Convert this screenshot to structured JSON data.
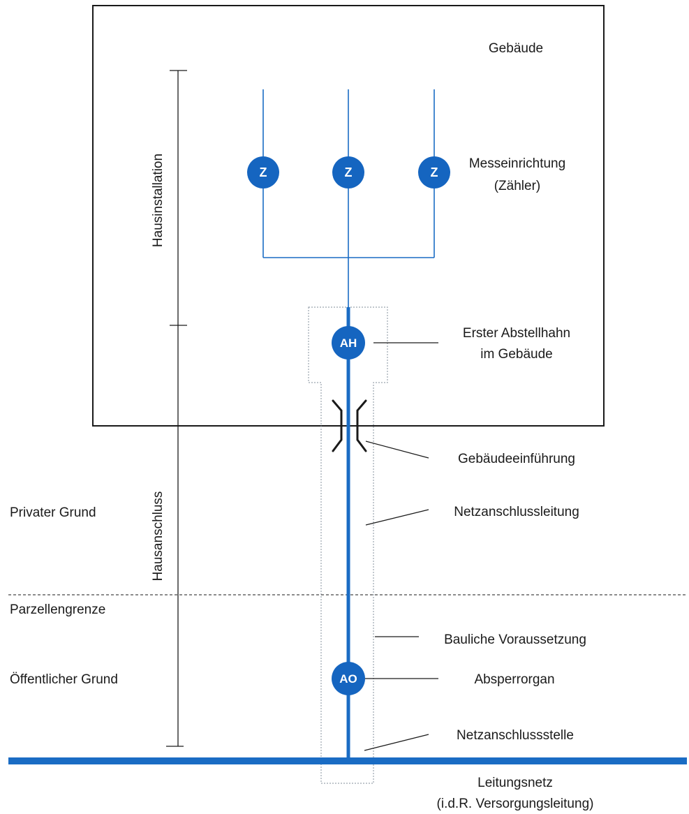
{
  "labels": {
    "gebaeude": "Gebäude",
    "messeinrichtung_line1": "Messeinrichtung",
    "messeinrichtung_line2": "(Zähler)",
    "abstellhahn_line1": "Erster Abstellhahn",
    "abstellhahn_line2": "im Gebäude",
    "gebaeudeeinfuehrung": "Gebäudeeinführung",
    "netzanschlussleitung": "Netzanschlussleitung",
    "bauliche_voraussetzung": "Bauliche Voraussetzung",
    "absperrorgan": "Absperrorgan",
    "netzanschlussstelle": "Netzanschlussstelle",
    "leitungsnetz_line1": "Leitungsnetz",
    "leitungsnetz_line2": "(i.d.R. Versorgungsleitung)",
    "privater_grund": "Privater Grund",
    "parzellengrenze": "Parzellengrenze",
    "oeffentlicher_grund": "Öffentlicher Grund",
    "hausinstallation": "Hausinstallation",
    "hausanschluss": "Hausanschluss"
  },
  "nodes": {
    "meter1": "Z",
    "meter2": "Z",
    "meter3": "Z",
    "abstellhahn": "AH",
    "absperrorgan": "AO"
  },
  "colors": {
    "pipe": "#1a6cc4",
    "node": "#1565c0",
    "line": "#1a1a1a",
    "dotted_outline": "#9aa4ae"
  }
}
